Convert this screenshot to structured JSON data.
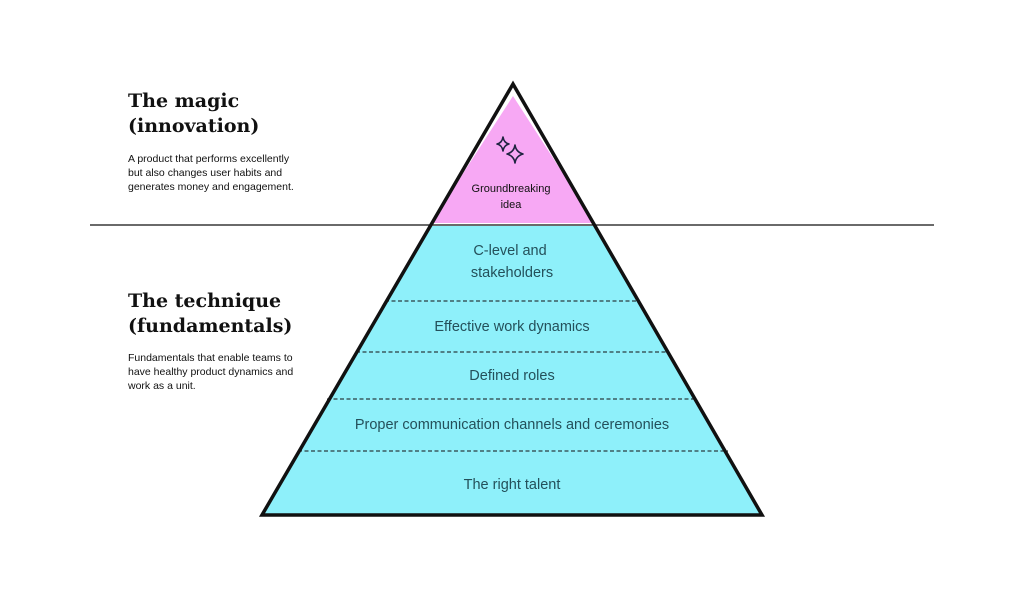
{
  "magic": {
    "heading_line1": "The magic",
    "heading_line2": "(innovation)",
    "desc_line1": "A product that performs excellently",
    "desc_line2": "but also changes user habits and",
    "desc_line3": "generates money and engagement."
  },
  "technique": {
    "heading_line1": "The technique",
    "heading_line2": "(fundamentals)",
    "desc_line1": "Fundamentals that enable teams to",
    "desc_line2": "have healthy product dynamics and",
    "desc_line3": "work as a unit."
  },
  "pyramid": {
    "apex": {
      "label_line1": "Groundbreaking",
      "label_line2": "idea",
      "icon": "sparkles-icon",
      "color": "#f7a8f4"
    },
    "tiers": [
      {
        "line1": "C-level and",
        "line2": "stakeholders"
      },
      {
        "line1": "Effective work dynamics"
      },
      {
        "line1": "Defined roles"
      },
      {
        "line1": "Proper communication channels and ceremonies"
      },
      {
        "line1": "The right talent"
      }
    ],
    "tier_color": "#8ef0fa",
    "outline_color": "#111111"
  }
}
